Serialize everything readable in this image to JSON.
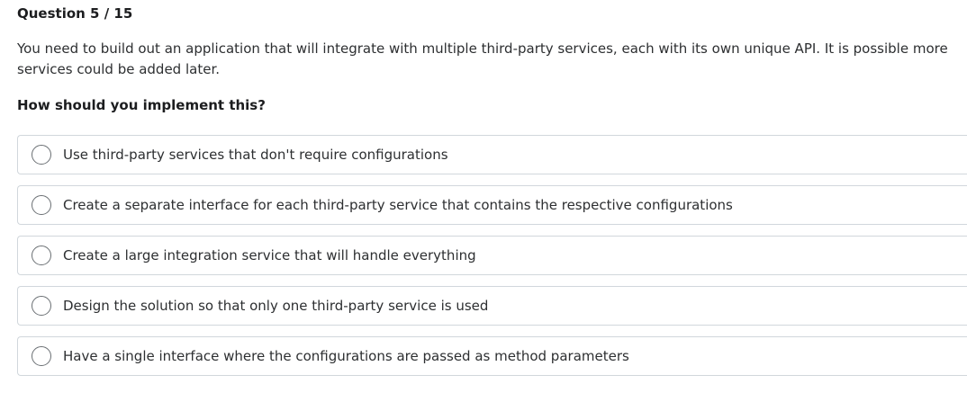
{
  "quiz": {
    "header": "Question 5 / 15",
    "question": "You need to build out an application that will integrate with multiple third-party services, each with its own unique API. It is possible more services could be added later.",
    "prompt": "How should you implement this?",
    "options": [
      {
        "label": "Use third-party services that don't require configurations"
      },
      {
        "label": "Create a separate interface for each third-party service that contains the respective configurations"
      },
      {
        "label": "Create a large integration service that will handle everything"
      },
      {
        "label": "Design the solution so that only one third-party service is used"
      },
      {
        "label": "Have a single interface where the configurations are passed as method parameters"
      }
    ]
  }
}
